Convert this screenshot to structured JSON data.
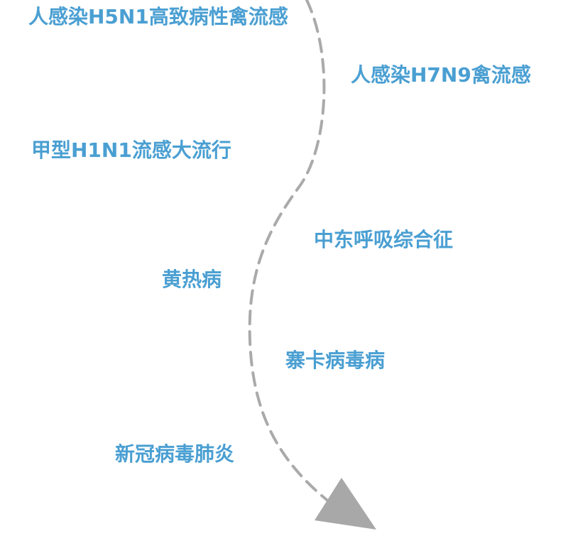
{
  "events": [
    {
      "label": "人感染H5N1高致病性禽流感"
    },
    {
      "label": "人感染H7N9禽流感"
    },
    {
      "label": "甲型H1N1流感大流行"
    },
    {
      "label": "中东呼吸综合征"
    },
    {
      "label": "黄热病"
    },
    {
      "label": "寨卡病毒病"
    },
    {
      "label": "新冠病毒肺炎"
    }
  ],
  "colors": {
    "label": "#4a9fd2",
    "path": "#aaaaaa",
    "arrowhead": "#a8a8a8"
  }
}
